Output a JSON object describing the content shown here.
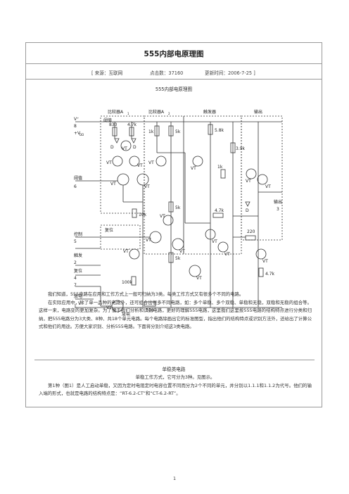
{
  "header": {
    "title": "555内部电原理图",
    "source": "[ 来源：互联网",
    "clicks": "点击数：37160",
    "updated": "更新时间：2006-7-25 ]"
  },
  "figure": {
    "caption": "555内部电原理图",
    "labels": {
      "vplus": "V⁺",
      "pin8": "8",
      "vdd": "+V",
      "vdd_sub": "DD",
      "comp_a1": "比较器A",
      "comp_a1_sub": "1",
      "comp_a2": "比较器A",
      "comp_a2_sub": "2",
      "trigger_block": "触发器",
      "output_block": "输出",
      "threshold_top": "阈值",
      "threshold": "阈值",
      "pin6": "6",
      "control": "控制",
      "pin5": "5",
      "trigger": "触发",
      "pin2": "2",
      "reset": "复位",
      "pin4": "4",
      "reset_in": "复位",
      "pin7": "7",
      "discharge": "放电",
      "discharge_label": "放电",
      "vminus": "V⁻",
      "pin1": "1",
      "out_label": "输出",
      "pin3": "3",
      "r_4_7k": "4.7k",
      "r_830": "830",
      "r_1k": "1k",
      "r_5k_a": "5k",
      "r_5k_b": "5k",
      "r_5k_c": "5k",
      "r_5_8k": "5.8k",
      "r_3_9k": "3.9k",
      "r_10k": "10k",
      "r_4_7k_b": "4.7k",
      "r_100k": "100k",
      "r_100": "100",
      "r_220": "220",
      "r_4_7k_c": "4.7k",
      "r_1k_b": "1k",
      "d1": "D",
      "d2": "D",
      "vt1": "VT",
      "vt2": "VT",
      "vt3": "VT",
      "vt4": "VT",
      "vt5": "VT",
      "vt6": "VT",
      "vt7": "VT",
      "vt8": "VT",
      "vt9": "VT",
      "vt10": "VT",
      "vt11": "VT",
      "vt12": "VT",
      "vt13": "VT",
      "vt14": "VT",
      "vt15": "VT",
      "vt16": "VT",
      "vt17": "VT",
      "vt18": "VT"
    }
  },
  "body": {
    "para1": "我们知道，555电路在应用和工作方式上一般可归纳为3类。每类工作方式又有很多个不同的电路。",
    "para2": "在实际应用中，除了单一品种的电路外，还可组合出很多不同电路，如：多个单稳、多个双稳、单稳和无稳，双稳和无稳的组合等。这样一来，电路变的更加复杂。为了便于我们分析和识别电路，更好的理解555电路，这里我们这里按555电路的结构特点进行分类和归纳，把555电路分为3大类、8种、共18个单元电路。每个电路除画出它的标准图型，指出他们的结构特点或识别方法外，还给出了计算公式和他们的用途。方便大家识别、分析555电路。下面将分别介绍这3类电路。",
    "section_title": "单稳类电路",
    "sub_line": "单稳工作方式，它可分为3种。见图示。",
    "para3": "第1种（图1）是人工启动单稳，又因为定时电阻定时电容位置不同而分为2个不同的单元，并分别以1.1.1和1.1.2为代号。他们的输入端的形式，也就是电路的结构特点是：“RT-6.2-CT”和“CT-6.2-RT”。"
  },
  "footer": {
    "page_number": "1"
  }
}
